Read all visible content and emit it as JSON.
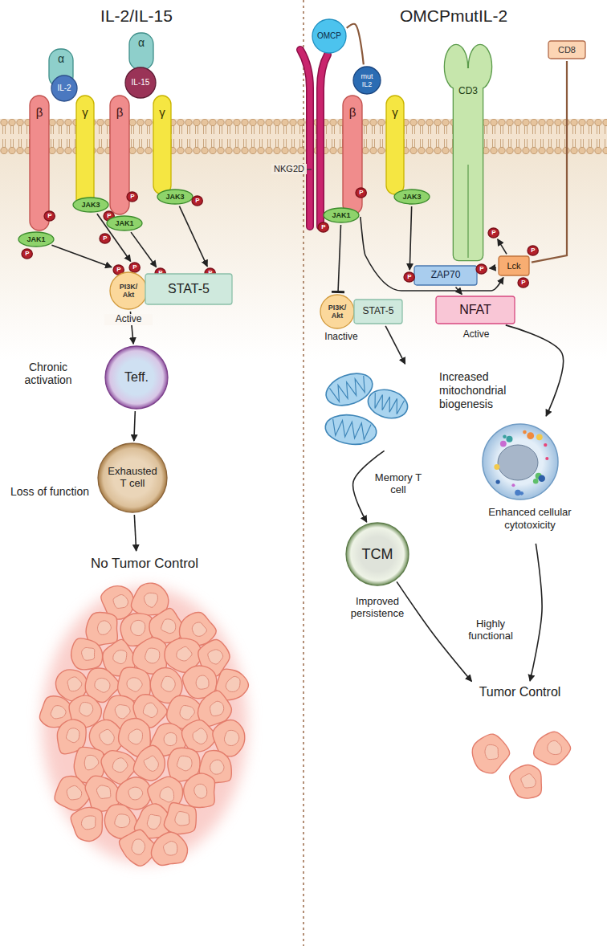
{
  "diagram": {
    "nodes": [
      {
        "text": [
          "α"
        ]
      },
      {
        "text": [
          "IL-2"
        ]
      },
      {
        "text": [
          "β"
        ]
      },
      {
        "text": [
          "γ"
        ]
      },
      {
        "text": [
          "JAK3"
        ]
      },
      {
        "text": [
          "JAK1"
        ]
      },
      {
        "text": [
          "P"
        ]
      },
      {
        "text": [
          "P"
        ]
      },
      {
        "text": [
          "P"
        ]
      },
      {
        "text": [
          "α"
        ]
      },
      {
        "text": [
          "IL-15"
        ]
      },
      {
        "text": [
          "β"
        ]
      },
      {
        "text": [
          "γ"
        ]
      },
      {
        "text": [
          "JAK3"
        ]
      },
      {
        "text": [
          "JAK1"
        ]
      },
      {
        "text": [
          "P"
        ]
      },
      {
        "text": [
          "P"
        ]
      },
      {
        "text": [
          "P"
        ]
      },
      {
        "text": [
          "P"
        ]
      },
      {
        "text": [
          "P"
        ]
      },
      {
        "text": [
          "P"
        ]
      },
      {
        "text": [
          "P"
        ]
      },
      {
        "text": [
          "PI3K/ Akt"
        ]
      },
      {
        "text": [
          "STAT-5"
        ]
      },
      {
        "text": [
          "Teff."
        ]
      },
      {
        "text": [
          "Exhausted T cell"
        ]
      },
      {
        "text": [
          "No Tumor Control"
        ]
      },
      {
        "text": [
          "OMCP"
        ]
      },
      {
        "text": [
          "mut IL2"
        ]
      },
      {
        "text": [
          "β"
        ]
      },
      {
        "text": [
          "γ"
        ]
      },
      {
        "text": [
          "JAK3"
        ]
      },
      {
        "text": [
          "JAK1"
        ]
      },
      {
        "text": [
          "P"
        ]
      },
      {
        "text": [
          "P"
        ]
      },
      {
        "text": [
          "CD3"
        ]
      },
      {
        "text": [
          "CD8"
        ]
      },
      {
        "text": [
          "Lck"
        ]
      },
      {
        "text": [
          "ZAP70"
        ]
      },
      {
        "text": [
          "P"
        ]
      },
      {
        "text": [
          "P"
        ]
      },
      {
        "text": [
          "P"
        ]
      },
      {
        "text": [
          "P"
        ]
      },
      {
        "text": [
          "P"
        ]
      },
      {
        "text": [
          "PI3K/ Akt"
        ]
      },
      {
        "text": [
          "STAT-5"
        ]
      },
      {
        "text": [
          "NFAT"
        ]
      },
      {
        "text": [
          "Increased mitochondrial biogenesis"
        ]
      },
      {
        "text": [
          "TCM"
        ]
      },
      {
        "text": [
          "Enhanced cellular cytotoxicity"
        ]
      },
      {
        "text": [
          "Tumor Control"
        ]
      }
    ],
    "edges": [
      {
        "from": 5,
        "to": 18,
        "arrow": "to"
      },
      {
        "from": 4,
        "to": 19,
        "arrow": "to"
      },
      {
        "from": 14,
        "to": 20,
        "arrow": "to"
      },
      {
        "from": 13,
        "to": 21,
        "arrow": "to"
      },
      {
        "from": 22,
        "to": 24,
        "arrow": "to"
      },
      {
        "from": 24,
        "to": 25,
        "arrow": "to"
      },
      {
        "from": 25,
        "to": 26,
        "arrow": "to"
      },
      {
        "from": 27,
        "to": 28,
        "arrow": "none"
      },
      {
        "from": 32,
        "to": 44,
        "arrow": "to"
      },
      {
        "from": 31,
        "to": 39,
        "arrow": "to"
      },
      {
        "from": 29,
        "to": 37,
        "arrow": "to"
      },
      {
        "from": 37,
        "to": 40,
        "arrow": "to"
      },
      {
        "from": 37,
        "to": 41,
        "arrow": "to"
      },
      {
        "from": 36,
        "to": 37,
        "arrow": "none"
      },
      {
        "from": 38,
        "to": 46,
        "arrow": "to"
      },
      {
        "from": 45,
        "to": 47,
        "arrow": "to"
      },
      {
        "from": 47,
        "to": 48,
        "arrow": "to"
      },
      {
        "from": 46,
        "to": 49,
        "arrow": "to"
      },
      {
        "from": 48,
        "to": 50,
        "arrow": "to"
      },
      {
        "from": 49,
        "to": 50,
        "arrow": "to"
      }
    ],
    "labels": [
      "IL-2/IL-15",
      "OMCPmutIL-2",
      "NKG2D",
      "Active",
      "Chronic activation",
      "Loss of function",
      "Inactive",
      "Active",
      "Memory T cell",
      "Improved persistence",
      "Highly functional"
    ]
  }
}
